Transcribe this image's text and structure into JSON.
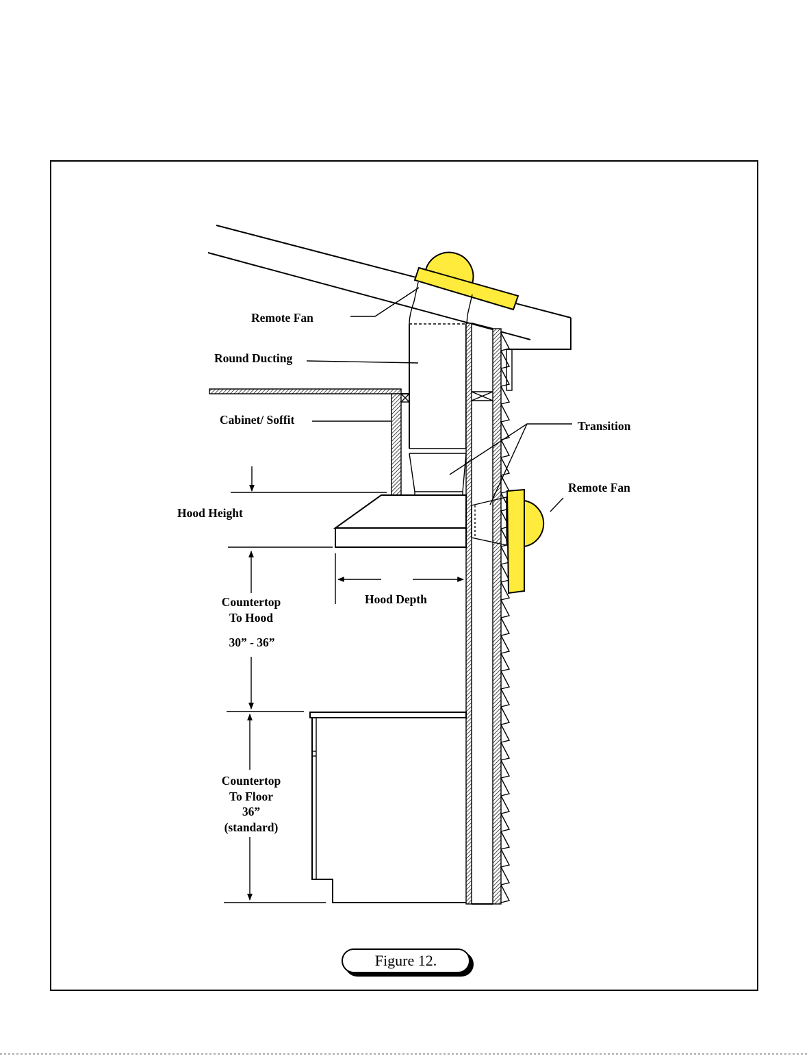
{
  "labels": {
    "remote_fan_roof": "Remote Fan",
    "round_ducting": "Round Ducting",
    "cabinet_soffit": "Cabinet/ Soffit",
    "transition": "Transition",
    "remote_fan_wall": "Remote Fan",
    "hood_height": "Hood Height",
    "hood_depth": "Hood Depth",
    "countertop_to_hood_1": "Countertop",
    "countertop_to_hood_2": "To Hood",
    "countertop_to_hood_range": "30” - 36”",
    "countertop_to_floor_1": "Countertop",
    "countertop_to_floor_2": "To Floor",
    "countertop_to_floor_value": "36”",
    "countertop_to_floor_note": "(standard)"
  },
  "caption": "Figure 12.",
  "colors": {
    "fan": "#ffeb3b",
    "line": "#000000",
    "background": "#ffffff"
  }
}
